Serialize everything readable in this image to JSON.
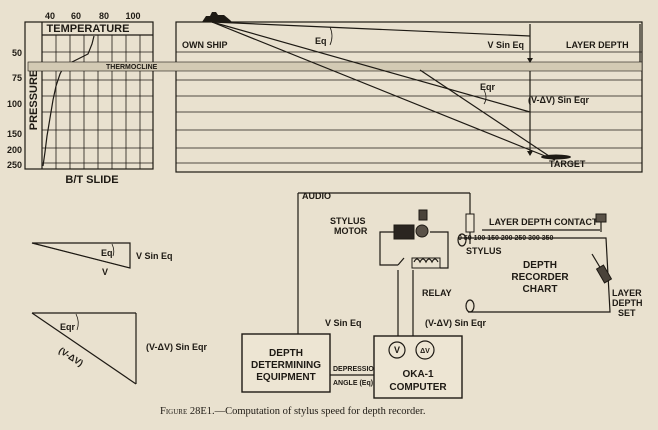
{
  "bt_slide": {
    "temp_ticks": [
      "40",
      "60",
      "80",
      "100"
    ],
    "title": "TEMPERATURE",
    "axis_label": "PRESSURE",
    "pressure_ticks": [
      "50",
      "75",
      "100",
      "150",
      "200",
      "250"
    ],
    "name": "B/T SLIDE"
  },
  "ocean": {
    "own_ship": "OWN SHIP",
    "eq": "Eq",
    "v_sin_eq": "V Sin Eq",
    "layer_depth": "LAYER DEPTH",
    "thermocline": "THERMOCLINE",
    "eqr": "Eqr",
    "vdv_sin_eqr": "(V-ΔV) Sin Eqr",
    "target": "TARGET"
  },
  "triangles": {
    "t1_eq": "Eq",
    "t1_v": "V",
    "t1_side": "V Sin Eq",
    "t2_eqr": "Eqr",
    "t2_hyp": "(V-ΔV)",
    "t2_side": "(V-ΔV) Sin Eqr"
  },
  "system": {
    "audio": "AUDIO",
    "stylus_motor_1": "STYLUS",
    "stylus_motor_2": "MOTOR",
    "layer_depth_contact": "LAYER DEPTH CONTACT",
    "stylus": "STYLUS",
    "scale": "0  50  100 150 200 250 300 350",
    "recorder_1": "DEPTH",
    "recorder_2": "RECORDER",
    "recorder_3": "CHART",
    "relay": "RELAY",
    "layer_set_1": "LAYER",
    "layer_set_2": "DEPTH",
    "layer_set_3": "SET",
    "v_sin_eq": "V Sin Eq",
    "vdv_sin_eqr": "(V-ΔV) Sin Eqr",
    "dde_1": "DEPTH",
    "dde_2": "DETERMINING",
    "dde_3": "EQUIPMENT",
    "depression_1": "DEPRESSION",
    "depression_2": "ANGLE (Eq)",
    "dial_v": "V",
    "dial_dv": "ΔV",
    "computer_1": "OKA-1",
    "computer_2": "COMPUTER"
  },
  "caption": {
    "figure_no": "Figure 28E1.",
    "text": "—Computation of stylus speed for depth recorder."
  }
}
